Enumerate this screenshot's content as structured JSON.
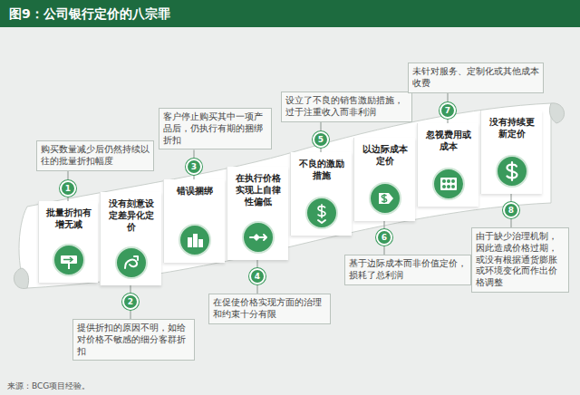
{
  "diagram": {
    "title": "图9：公司银行定价的八宗罪",
    "caption": "来源：BCG项目经验。",
    "nodes": [
      {
        "text": [
          "购买数量减少后仍然持续以往的批量折扣幅度"
        ]
      },
      {
        "text": [
          "1"
        ]
      },
      {
        "text": [
          "批量折扣有增无减"
        ]
      },
      {
        "text": [
          "提供折扣的原因不明，如给对价格不敏感的细分客群折扣"
        ]
      },
      {
        "text": [
          "2"
        ]
      },
      {
        "text": [
          "没有刻意设定差异化定价"
        ]
      },
      {
        "text": [
          "客户停止购买其中一项产品后，仍执行有期的捆绑折扣"
        ]
      },
      {
        "text": [
          "3"
        ]
      },
      {
        "text": [
          "错误捆绑"
        ]
      },
      {
        "text": [
          "在促使价格实现方面的治理和约束十分有限"
        ]
      },
      {
        "text": [
          "4"
        ]
      },
      {
        "text": [
          "在执行价格实现上自律性偏低"
        ]
      },
      {
        "text": [
          "设立了不良的销售激励措施，过于注重收入而非利润"
        ]
      },
      {
        "text": [
          "5"
        ]
      },
      {
        "text": [
          "不良的激励措施"
        ]
      },
      {
        "text": [
          "基于边际成本而非价值定价，损耗了总利润"
        ]
      },
      {
        "text": [
          "6"
        ]
      },
      {
        "text": [
          "以边际成本定价"
        ]
      },
      {
        "text": [
          "未针对服务、定制化或其他成本收费"
        ]
      },
      {
        "text": [
          "7"
        ]
      },
      {
        "text": [
          "忽视费用或成本"
        ]
      },
      {
        "text": [
          "由于缺少治理机制，因此造成价格过期，或没有根据通货膨胀或环境变化而作出价格调整"
        ]
      },
      {
        "text": [
          "8"
        ]
      },
      {
        "text": [
          "没有持续更新定价"
        ]
      }
    ],
    "edges": [
      {
        "from": 1,
        "to": 0,
        "arrow": "none"
      },
      {
        "from": 1,
        "to": 2,
        "arrow": "none"
      },
      {
        "from": 4,
        "to": 3,
        "arrow": "none"
      },
      {
        "from": 4,
        "to": 5,
        "arrow": "none"
      },
      {
        "from": 7,
        "to": 6,
        "arrow": "none"
      },
      {
        "from": 7,
        "to": 8,
        "arrow": "none"
      },
      {
        "from": 10,
        "to": 9,
        "arrow": "none"
      },
      {
        "from": 10,
        "to": 11,
        "arrow": "none"
      },
      {
        "from": 13,
        "to": 12,
        "arrow": "none"
      },
      {
        "from": 13,
        "to": 14,
        "arrow": "none"
      },
      {
        "from": 16,
        "to": 15,
        "arrow": "none"
      },
      {
        "from": 16,
        "to": 17,
        "arrow": "none"
      },
      {
        "from": 19,
        "to": 18,
        "arrow": "none"
      },
      {
        "from": 19,
        "to": 20,
        "arrow": "none"
      },
      {
        "from": 22,
        "to": 21,
        "arrow": "none"
      },
      {
        "from": 22,
        "to": 23,
        "arrow": "none"
      }
    ]
  }
}
